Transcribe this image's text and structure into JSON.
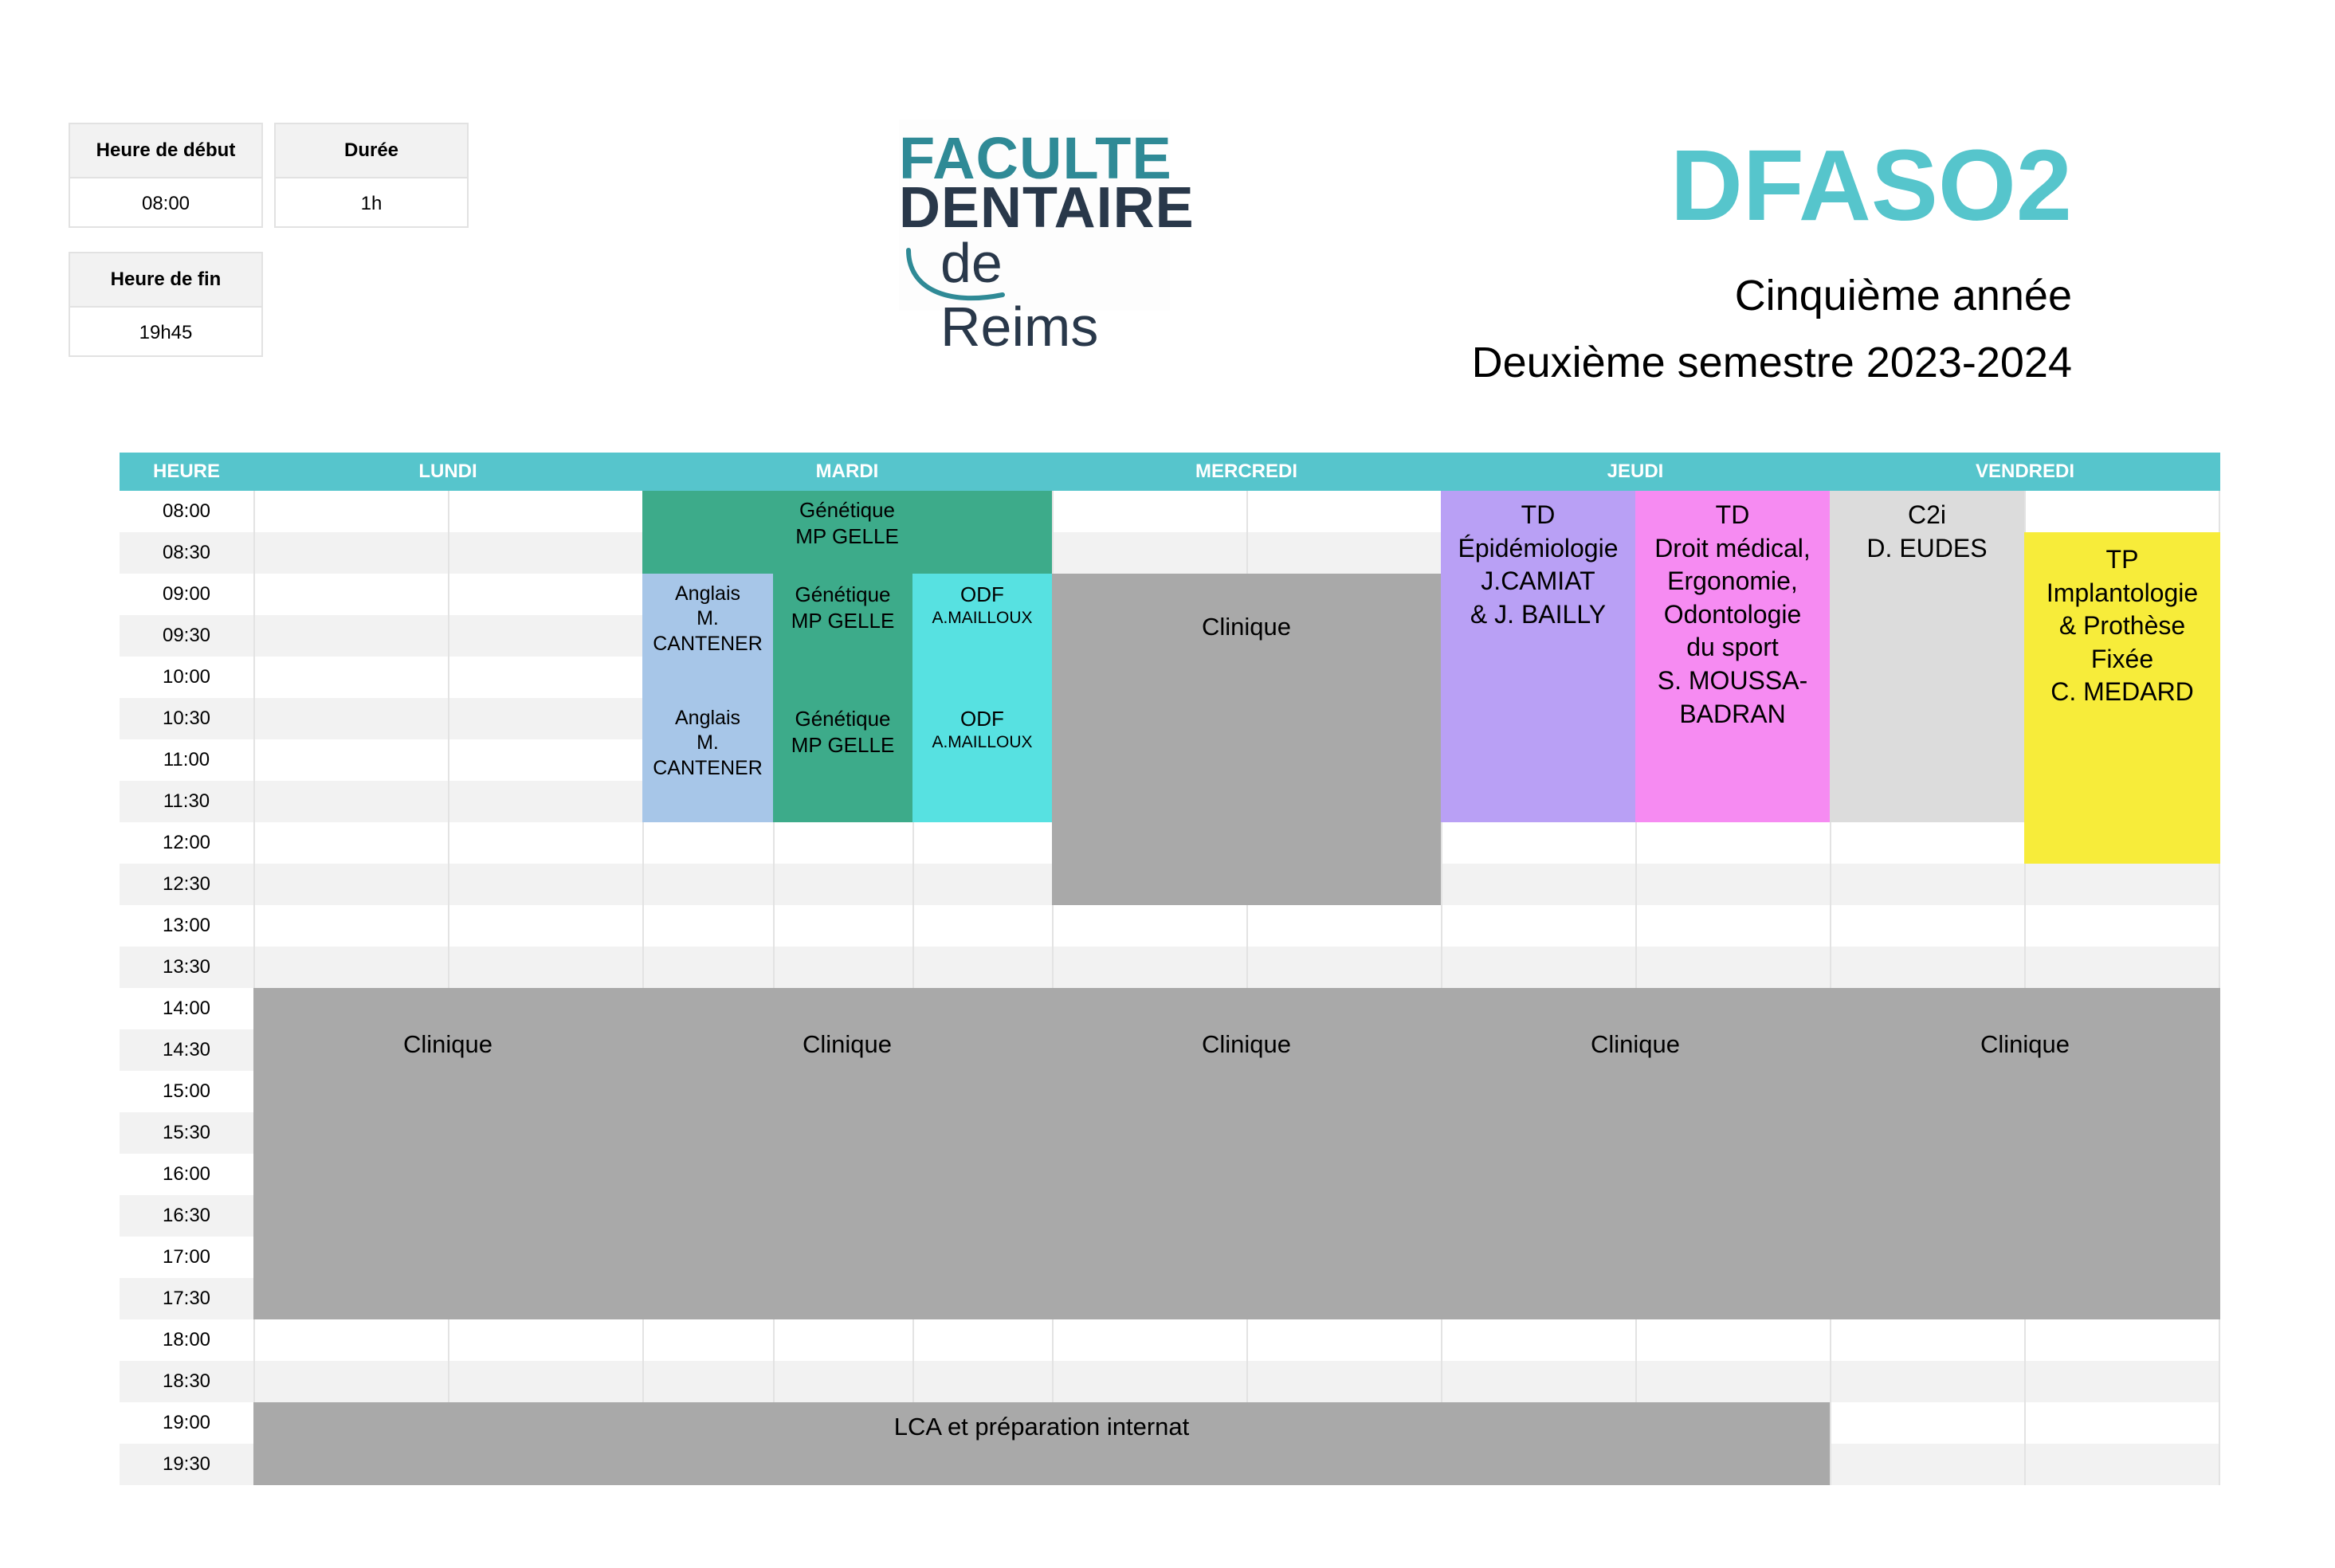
{
  "info": {
    "start": {
      "label": "Heure de début",
      "value": "08:00"
    },
    "duration": {
      "label": "Durée",
      "value": "1h"
    },
    "end": {
      "label": "Heure de fin",
      "value": "19h45"
    }
  },
  "logo": {
    "line1": "FACULTE",
    "line2": "DENTAIRE",
    "line3": "de Reims"
  },
  "title": {
    "main": "DFASO2",
    "year": "Cinquième année",
    "semester": "Deuxième semestre 2023-2024"
  },
  "colors": {
    "accent": "#56c5cc",
    "clinique": "#a9a9a9",
    "genetique": "#3dab8a",
    "anglais": "#a7c6e8",
    "odf": "#57e1e1",
    "td_epidemio": "#b9a0f5",
    "td_droit": "#f68bf2",
    "c2i": "#dcdcdc",
    "tp": "#f7ec3a"
  },
  "timetable": {
    "header": [
      "HEURE",
      "LUNDI",
      "MARDI",
      "MERCREDI",
      "JEUDI",
      "VENDREDI"
    ],
    "times": [
      "08:00",
      "08:30",
      "09:00",
      "09:30",
      "10:00",
      "10:30",
      "11:00",
      "11:30",
      "12:00",
      "12:30",
      "13:00",
      "13:30",
      "14:00",
      "14:30",
      "15:00",
      "15:30",
      "16:00",
      "16:30",
      "17:00",
      "17:30",
      "18:00",
      "18:30",
      "19:00",
      "19:30"
    ],
    "events": {
      "genetique_mardi_8": {
        "lines": [
          "Génétique",
          "MP GELLE"
        ]
      },
      "anglais_9": {
        "lines": [
          "Anglais",
          "M.",
          "CANTENER"
        ]
      },
      "genetique_9": {
        "lines": [
          "Génétique",
          "MP GELLE"
        ]
      },
      "odf_9": {
        "title": "ODF",
        "teacher": "A.MAILLOUX"
      },
      "anglais_1030": {
        "lines": [
          "Anglais",
          "M.",
          "CANTENER"
        ]
      },
      "genetique_1030": {
        "lines": [
          "Génétique",
          "MP GELLE"
        ]
      },
      "odf_1030": {
        "title": "ODF",
        "teacher": "A.MAILLOUX"
      },
      "clinique_mercredi_matin": {
        "label": "Clinique"
      },
      "td_epidemio": {
        "lines": [
          "TD",
          "Épidémiologie",
          "J.CAMIAT",
          "& J. BAILLY"
        ]
      },
      "td_droit": {
        "lines": [
          "TD",
          "Droit médical,",
          "Ergonomie,",
          "Odontologie",
          "du sport",
          "S. MOUSSA-",
          "BADRAN"
        ]
      },
      "c2i": {
        "lines": [
          "C2i",
          "D. EUDES"
        ]
      },
      "tp": {
        "lines": [
          "TP",
          "Implantologie",
          "& Prothèse",
          "Fixée",
          "C. MEDARD"
        ]
      },
      "clinique_lundi": {
        "label": "Clinique"
      },
      "clinique_mardi": {
        "label": "Clinique"
      },
      "clinique_mercredi": {
        "label": "Clinique"
      },
      "clinique_jeudi": {
        "label": "Clinique"
      },
      "clinique_vendredi": {
        "label": "Clinique"
      },
      "lca": {
        "label": "LCA et préparation internat"
      }
    }
  }
}
